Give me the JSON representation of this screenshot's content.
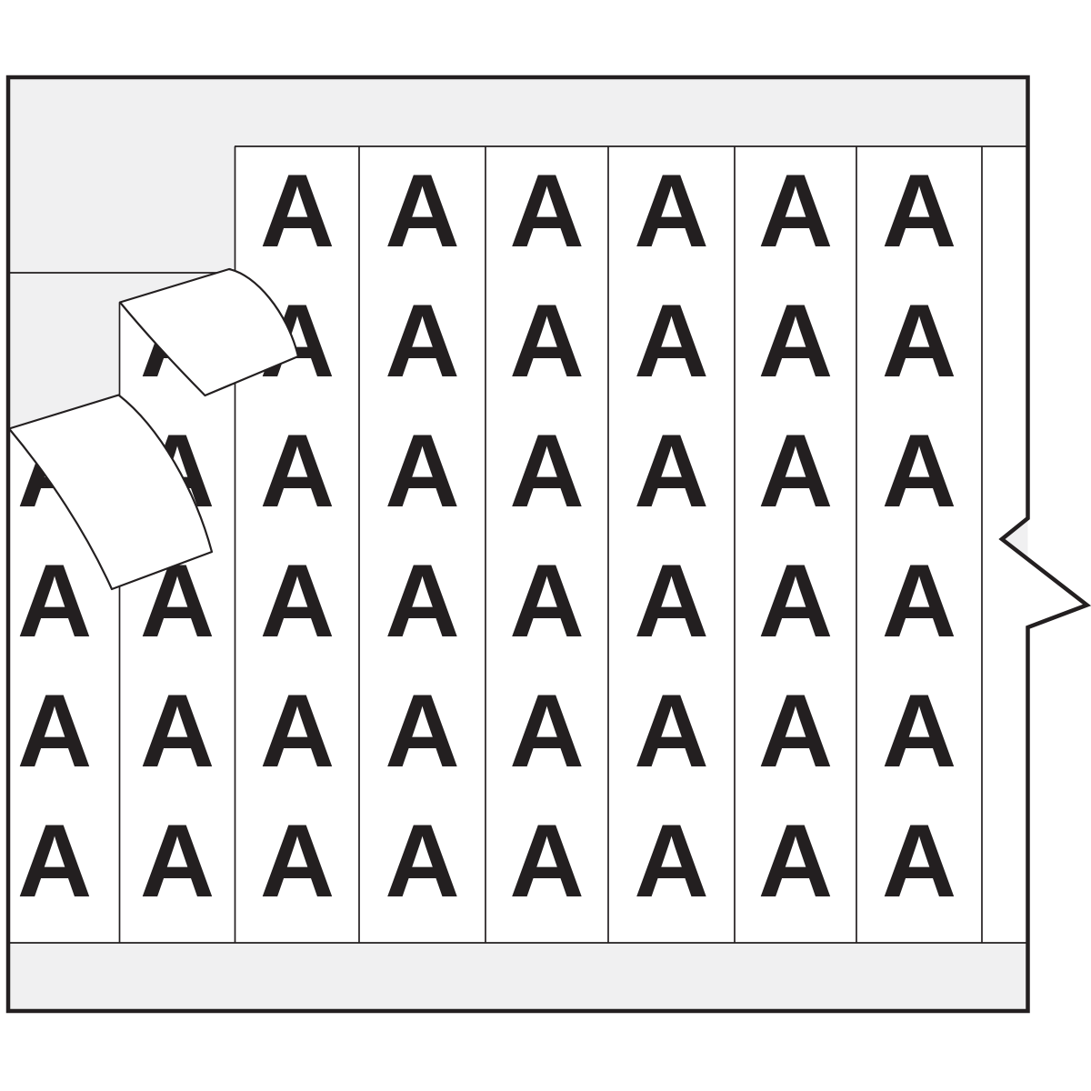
{
  "product": {
    "kind": "wire-marker-label-card",
    "letter": "A"
  },
  "colors": {
    "background": "#ffffff",
    "card_fill": "#f0f0f1",
    "strip_fill": "#ffffff",
    "line": "#231f20",
    "letter_color": "#231f20"
  },
  "marker_grid": {
    "letter": "A",
    "row_count": 6,
    "column_count": 8,
    "columns": [
      {
        "col": 1,
        "rows": [
          3,
          4,
          5,
          6
        ]
      },
      {
        "col": 2,
        "rows": [
          2,
          3,
          4,
          5,
          6
        ]
      },
      {
        "col": 3,
        "rows": [
          1,
          2,
          3,
          4,
          5,
          6
        ]
      },
      {
        "col": 4,
        "rows": [
          1,
          2,
          3,
          4,
          5,
          6
        ]
      },
      {
        "col": 5,
        "rows": [
          1,
          2,
          3,
          4,
          5,
          6
        ]
      },
      {
        "col": 6,
        "rows": [
          1,
          2,
          3,
          4,
          5,
          6
        ]
      },
      {
        "col": 7,
        "rows": [
          1,
          2,
          3,
          4,
          5,
          6
        ]
      },
      {
        "col": 8,
        "rows": [
          1,
          2,
          3,
          4,
          5,
          6
        ]
      }
    ]
  }
}
